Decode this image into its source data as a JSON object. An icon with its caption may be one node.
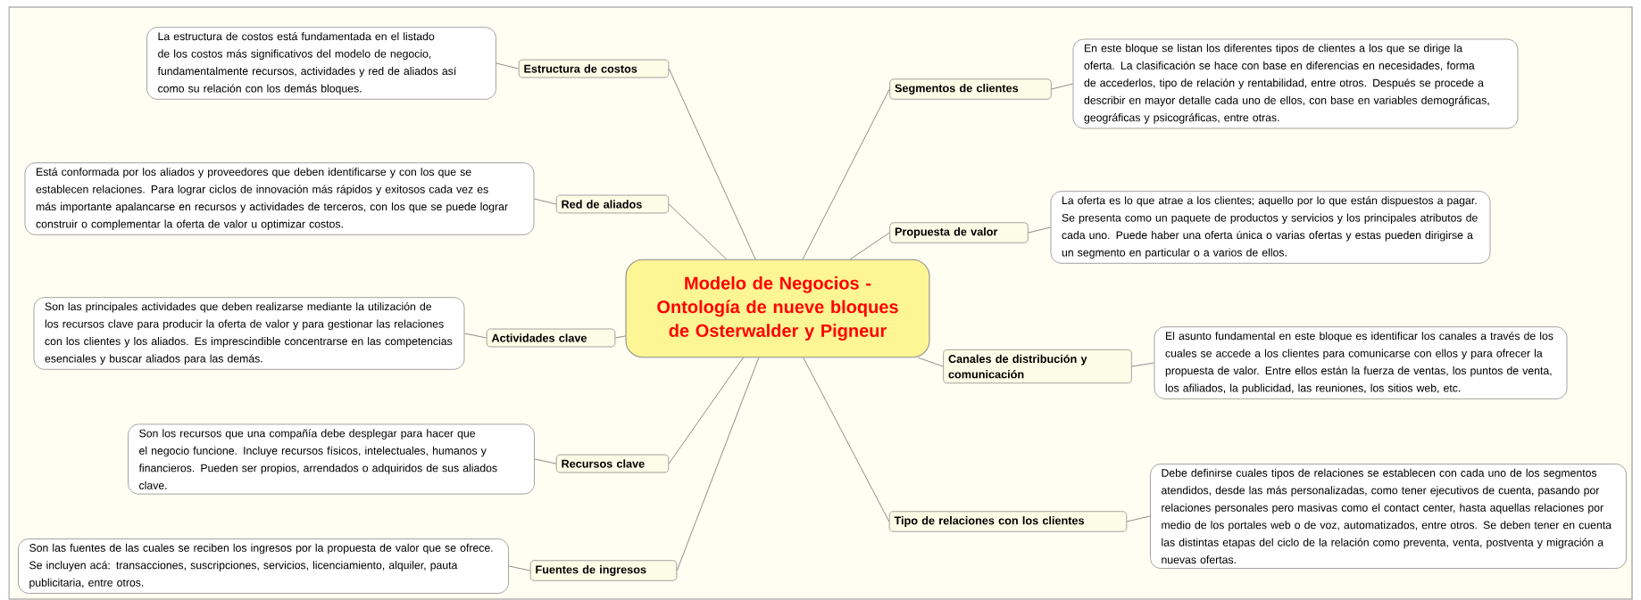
{
  "diagram": {
    "nodes": [
      {
        "text": [
          "Modelo de Negocios - Ontología de nueve bloques de Osterwalder y Pigneur"
        ]
      },
      {
        "text": [
          "Estructura de costos"
        ]
      },
      {
        "text": [
          "La estructura de costos está fundamentada en el listado de los costos más significativos del modelo de negocio, fundamentalmente recursos, actividades y red de aliados así como su relación con los demás bloques."
        ]
      },
      {
        "text": [
          "Red de aliados"
        ]
      },
      {
        "text": [
          "Está conformada por los aliados y proveedores que deben identificarse y con los que se establecen relaciones. Para lograr ciclos de innovación más rápidos y exitosos cada vez es más importante apalancarse en recursos y actividades de terceros, con los que se puede lograr construir o complementar la oferta de valor u optimizar costos."
        ]
      },
      {
        "text": [
          "Actividades clave"
        ]
      },
      {
        "text": [
          "Son las principales actividades que deben realizarse mediante la utilización de los recursos clave para producir la oferta de valor y para gestionar las relaciones con los clientes y los aliados. Es imprescindible concentrarse en las competencias esenciales y buscar aliados para las demás."
        ]
      },
      {
        "text": [
          "Recursos clave"
        ]
      },
      {
        "text": [
          "Son los recursos que una compañía debe desplegar para hacer que el negocio funcione. Incluye recursos físicos, intelectuales, humanos y financieros. Pueden ser propios, arrendados o adquiridos de sus aliados clave."
        ]
      },
      {
        "text": [
          "Fuentes de ingresos"
        ]
      },
      {
        "text": [
          "Son las fuentes de las cuales se reciben los ingresos por la propuesta de valor que se ofrece. Se incluyen acá: transacciones, suscripciones, servicios, licenciamiento, alquiler, pauta publicitaria, entre otros."
        ]
      },
      {
        "text": [
          "Segmentos de clientes"
        ]
      },
      {
        "text": [
          "En este bloque se listan los diferentes tipos de clientes a los que se dirige la oferta. La clasificación se hace con base en diferencias en necesidades, forma de accederlos, tipo de relación y rentabilidad, entre otros. Después se procede a describir en mayor detalle cada uno de ellos, con base en variables demográficas, geográficas y psicográficas, entre otras."
        ]
      },
      {
        "text": [
          "Propuesta de valor"
        ]
      },
      {
        "text": [
          "La oferta es lo que atrae a los clientes; aquello por lo que están dispuestos a pagar. Se presenta como un paquete de productos y servicios y los principales atributos de cada uno. Puede haber una oferta única o varias ofertas y estas pueden dirigirse a un segmento en particular o a varios de ellos."
        ]
      },
      {
        "text": [
          "Canales de distribución y comunicación"
        ]
      },
      {
        "text": [
          "El asunto fundamental en este bloque es identificar los canales a través de los cuales se accede a los clientes para comunicarse con ellos y para ofrecer la propuesta de valor. Entre ellos están la fuerza de ventas, los puntos de venta, los afiliados, la publicidad, las reuniones, los sitios web, etc."
        ]
      },
      {
        "text": [
          "Tipo de relaciones con los clientes"
        ]
      },
      {
        "text": [
          "Debe definirse cuales tipos de relaciones se establecen con cada uno de los segmentos atendidos, desde las más personalizadas, como tener ejecutivos de cuenta, pasando por relaciones personales pero masivas como el contact center, hasta aquellas relaciones por medio de los portales web o de voz, automatizados, entre otros. Se deben tener en cuenta las distintas etapas del ciclo de la relación como preventa, venta, postventa y migración a nuevas ofertas."
        ]
      }
    ],
    "edges": [
      {
        "from": 0,
        "to": 1,
        "arrow": "none"
      },
      {
        "from": 1,
        "to": 2,
        "arrow": "none"
      },
      {
        "from": 0,
        "to": 3,
        "arrow": "none"
      },
      {
        "from": 3,
        "to": 4,
        "arrow": "none"
      },
      {
        "from": 0,
        "to": 5,
        "arrow": "none"
      },
      {
        "from": 5,
        "to": 6,
        "arrow": "none"
      },
      {
        "from": 0,
        "to": 7,
        "arrow": "none"
      },
      {
        "from": 7,
        "to": 8,
        "arrow": "none"
      },
      {
        "from": 0,
        "to": 9,
        "arrow": "none"
      },
      {
        "from": 9,
        "to": 10,
        "arrow": "none"
      },
      {
        "from": 0,
        "to": 11,
        "arrow": "none"
      },
      {
        "from": 11,
        "to": 12,
        "arrow": "none"
      },
      {
        "from": 0,
        "to": 13,
        "arrow": "none"
      },
      {
        "from": 13,
        "to": 14,
        "arrow": "none"
      },
      {
        "from": 0,
        "to": 15,
        "arrow": "none"
      },
      {
        "from": 15,
        "to": 16,
        "arrow": "none"
      },
      {
        "from": 0,
        "to": 17,
        "arrow": "none"
      },
      {
        "from": 17,
        "to": 18,
        "arrow": "none"
      }
    ]
  }
}
